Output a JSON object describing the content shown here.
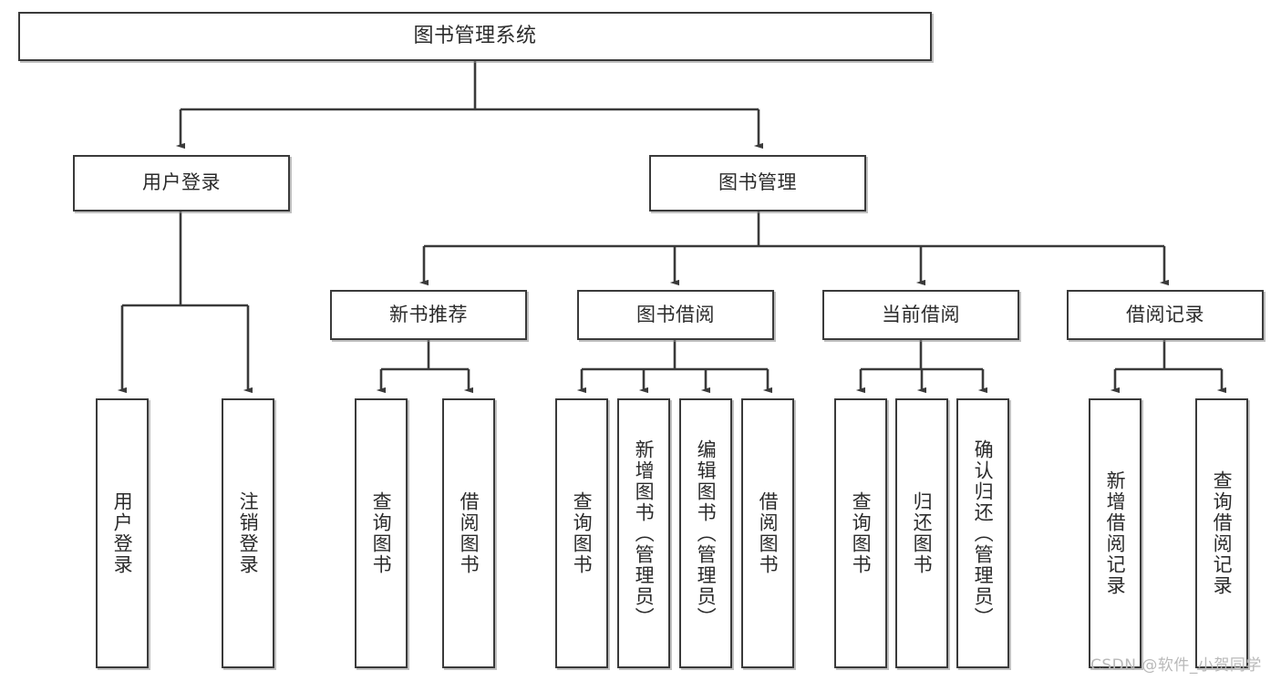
{
  "diagram": {
    "title": "图书管理系统",
    "type": "tree-hierarchy-diagram",
    "colors": {
      "box_border": "#3a3a3a",
      "box_fill": "#ffffff",
      "connector": "#3a3a3a",
      "watermark": "#b9b9b9",
      "background": "#ffffff"
    },
    "root": {
      "label": "图书管理系统"
    },
    "level2": {
      "user_login": {
        "label": "用户登录"
      },
      "book_manage": {
        "label": "图书管理"
      }
    },
    "level3": {
      "new_book_recommend": {
        "label": "新书推荐"
      },
      "book_borrow": {
        "label": "图书借阅"
      },
      "current_borrow": {
        "label": "当前借阅"
      },
      "borrow_record": {
        "label": "借阅记录"
      }
    },
    "leaves": {
      "user_login": [
        {
          "label": "用户登录"
        },
        {
          "label": "注销登录"
        }
      ],
      "new_book_recommend": [
        {
          "label": "查询图书"
        },
        {
          "label": "借阅图书"
        }
      ],
      "book_borrow": [
        {
          "label": "查询图书"
        },
        {
          "label": "新增图书（管理员）"
        },
        {
          "label": "编辑图书（管理员）"
        },
        {
          "label": "借阅图书"
        }
      ],
      "current_borrow": [
        {
          "label": "查询图书"
        },
        {
          "label": "归还图书"
        },
        {
          "label": "确认归还（管理员）"
        }
      ],
      "borrow_record": [
        {
          "label": "新增借阅记录"
        },
        {
          "label": "查询借阅记录"
        }
      ]
    },
    "watermark": {
      "text": "CSDN @软件_小贺同学"
    }
  }
}
